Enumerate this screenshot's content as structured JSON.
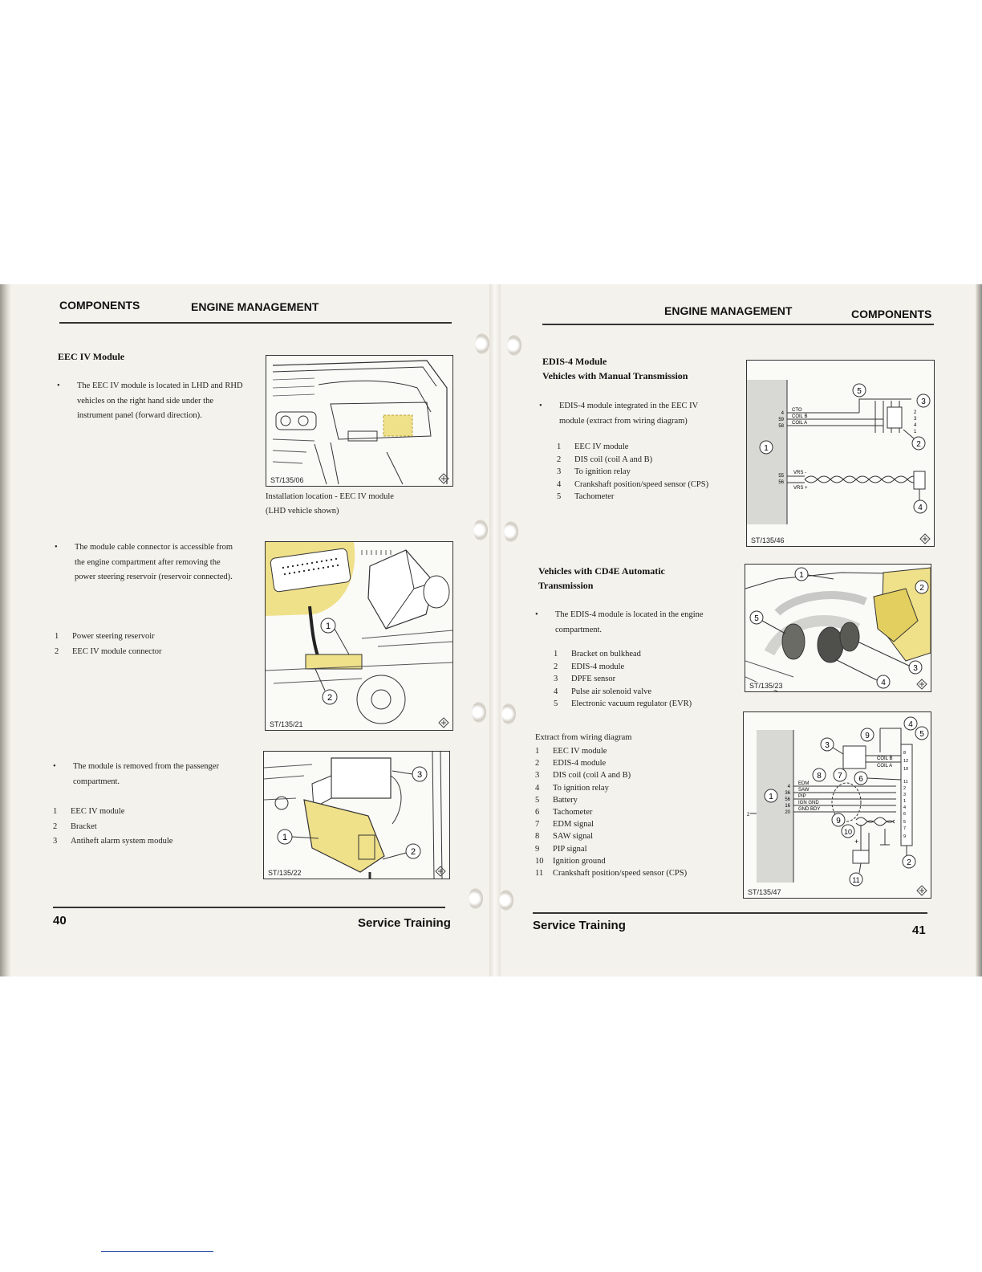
{
  "left_page": {
    "header": {
      "section": "COMPONENTS",
      "title": "ENGINE MANAGEMENT"
    },
    "eec_heading": "EEC IV Module",
    "bullet1": "The EEC IV module is located in LHD and RHD vehicles on the right hand side under the instrument panel (forward direction).",
    "fig1": {
      "label": "ST/135/06",
      "caption_line1": "Installation location - EEC IV module",
      "caption_line2": "(LHD vehicle shown)"
    },
    "bullet2": "The module cable connector is accessible from the engine compartment after removing the power steering reservoir (reservoir connected).",
    "list2": [
      {
        "n": "1",
        "text": "Power steering reservoir"
      },
      {
        "n": "2",
        "text": "EEC IV module connector"
      }
    ],
    "fig2": {
      "label": "ST/135/21",
      "callouts": [
        "1",
        "2"
      ]
    },
    "bullet3": "The module is removed from the passenger compartment.",
    "list3": [
      {
        "n": "1",
        "text": "EEC IV module"
      },
      {
        "n": "2",
        "text": "Bracket"
      },
      {
        "n": "3",
        "text": "Antiheft alarm system module"
      }
    ],
    "fig3": {
      "label": "ST/135/22",
      "callouts": [
        "1",
        "2",
        "3"
      ]
    },
    "footer": {
      "page": "40",
      "brand": "Service Training"
    }
  },
  "right_page": {
    "header": {
      "title": "ENGINE MANAGEMENT",
      "section": "COMPONENTS"
    },
    "edis_heading": "EDIS-4 Module",
    "manual_heading": "Vehicles with Manual Transmission",
    "bullet1": "EDIS-4 module integrated in the EEC IV module (extract from wiring diagram)",
    "list1": [
      {
        "n": "1",
        "text": "EEC IV module"
      },
      {
        "n": "2",
        "text": "DIS coil (coil A and B)"
      },
      {
        "n": "3",
        "text": "To ignition relay"
      },
      {
        "n": "4",
        "text": "Crankshaft position/speed sensor (CPS)"
      },
      {
        "n": "5",
        "text": "Tachometer"
      }
    ],
    "fig46": {
      "label": "ST/135/46",
      "callouts": [
        "1",
        "2",
        "3",
        "4",
        "5"
      ],
      "pins_left": [
        "4",
        "59",
        "58",
        "55",
        "56"
      ],
      "signals": [
        "CTO",
        "COIL B",
        "COIL A",
        "VRS -",
        "VRS +"
      ],
      "pins_right": [
        "2",
        "3",
        "4",
        "1"
      ]
    },
    "cd4e_heading_line1": "Vehicles with CD4E Automatic",
    "cd4e_heading_line2": "Transmission",
    "bullet2": "The EDIS-4 module is located in the engine compartment.",
    "list2": [
      {
        "n": "1",
        "text": "Bracket on bulkhead"
      },
      {
        "n": "2",
        "text": "EDIS-4 module"
      },
      {
        "n": "3",
        "text": "DPFE sensor"
      },
      {
        "n": "4",
        "text": "Pulse air solenoid valve"
      },
      {
        "n": "5",
        "text": "Electronic vacuum regulator (EVR)"
      }
    ],
    "fig23": {
      "label": "ST/135/23",
      "callouts": [
        "1",
        "2",
        "3",
        "4",
        "5"
      ]
    },
    "extract_heading": "Extract from wiring diagram",
    "list3": [
      {
        "n": "1",
        "text": "EEC IV module"
      },
      {
        "n": "2",
        "text": "EDIS-4 module"
      },
      {
        "n": "3",
        "text": "DIS coil (coil A and B)"
      },
      {
        "n": "4",
        "text": "To ignition relay"
      },
      {
        "n": "5",
        "text": "Battery"
      },
      {
        "n": "6",
        "text": "Tachometer"
      },
      {
        "n": "7",
        "text": "EDM signal"
      },
      {
        "n": "8",
        "text": "SAW signal"
      },
      {
        "n": "9",
        "text": "PIP signal"
      },
      {
        "n": "10",
        "text": "Ignition ground"
      },
      {
        "n": "11",
        "text": "Crankshaft position/speed sensor (CPS)"
      }
    ],
    "fig47": {
      "label": "ST/135/47",
      "callouts": [
        "1",
        "2",
        "3",
        "4",
        "5",
        "6",
        "7",
        "8",
        "9",
        "10",
        "11"
      ],
      "pins_left": [
        "4",
        "36",
        "56",
        "16",
        "20"
      ],
      "signals": [
        "EDM",
        "SAW",
        "PIP",
        "IGN GND",
        "GND BDY",
        "COIL B",
        "COIL A"
      ],
      "pins_right": [
        "8",
        "12",
        "10",
        "11",
        "2",
        "3",
        "1",
        "4",
        "6",
        "5",
        "7",
        "9"
      ],
      "edge_pin": "2"
    },
    "footer": {
      "brand": "Service Training",
      "page": "41"
    }
  },
  "colors": {
    "highlight": "#efe08a",
    "paper": "#f4f2ec",
    "ink": "#222222"
  }
}
